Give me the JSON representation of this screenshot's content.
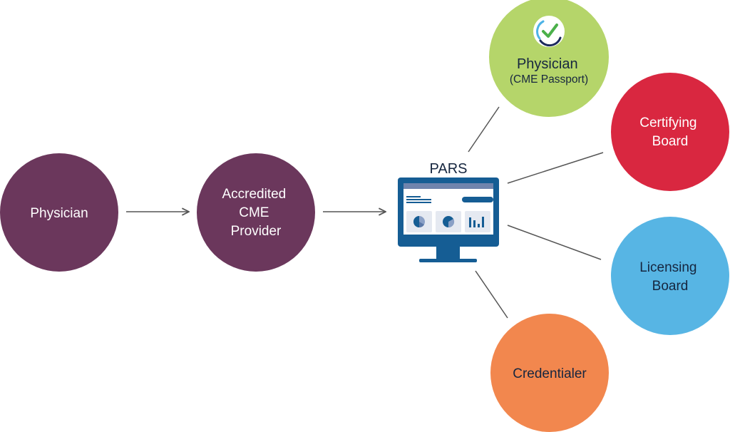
{
  "diagram": {
    "type": "flow",
    "colors": {
      "physician": "#6b375c",
      "provider": "#6b375c",
      "passport": "#b5d56a",
      "certifying": "#d92740",
      "licensing": "#57b5e4",
      "credentialer": "#f2874e",
      "monitor": "#155d94",
      "monitor_bar": "#6f84ad",
      "card": "#e5e9f1",
      "connector": "#555555",
      "text_light": "#ffffff",
      "text_dark": "#16263f"
    },
    "nodes": {
      "physician": {
        "lines": [
          "Physician"
        ]
      },
      "provider": {
        "lines": [
          "Accredited",
          "CME",
          "Provider"
        ]
      },
      "pars": {
        "label": "PARS"
      },
      "passport": {
        "lines": [
          "Physician",
          "(CME Passport)"
        ]
      },
      "certifying": {
        "lines": [
          "Certifying",
          "Board"
        ]
      },
      "licensing": {
        "lines": [
          "Licensing",
          "Board"
        ]
      },
      "credentialer": {
        "lines": [
          "Credentialer"
        ]
      }
    },
    "edges": [
      {
        "from": "physician",
        "to": "provider",
        "directed": true
      },
      {
        "from": "provider",
        "to": "pars",
        "directed": true
      },
      {
        "from": "pars",
        "to": "passport",
        "directed": false
      },
      {
        "from": "pars",
        "to": "certifying",
        "directed": false
      },
      {
        "from": "pars",
        "to": "licensing",
        "directed": false
      },
      {
        "from": "pars",
        "to": "credentialer",
        "directed": false
      }
    ],
    "icons": {
      "pars": "monitor-dashboard-icon",
      "passport": "check-badge-icon"
    }
  }
}
